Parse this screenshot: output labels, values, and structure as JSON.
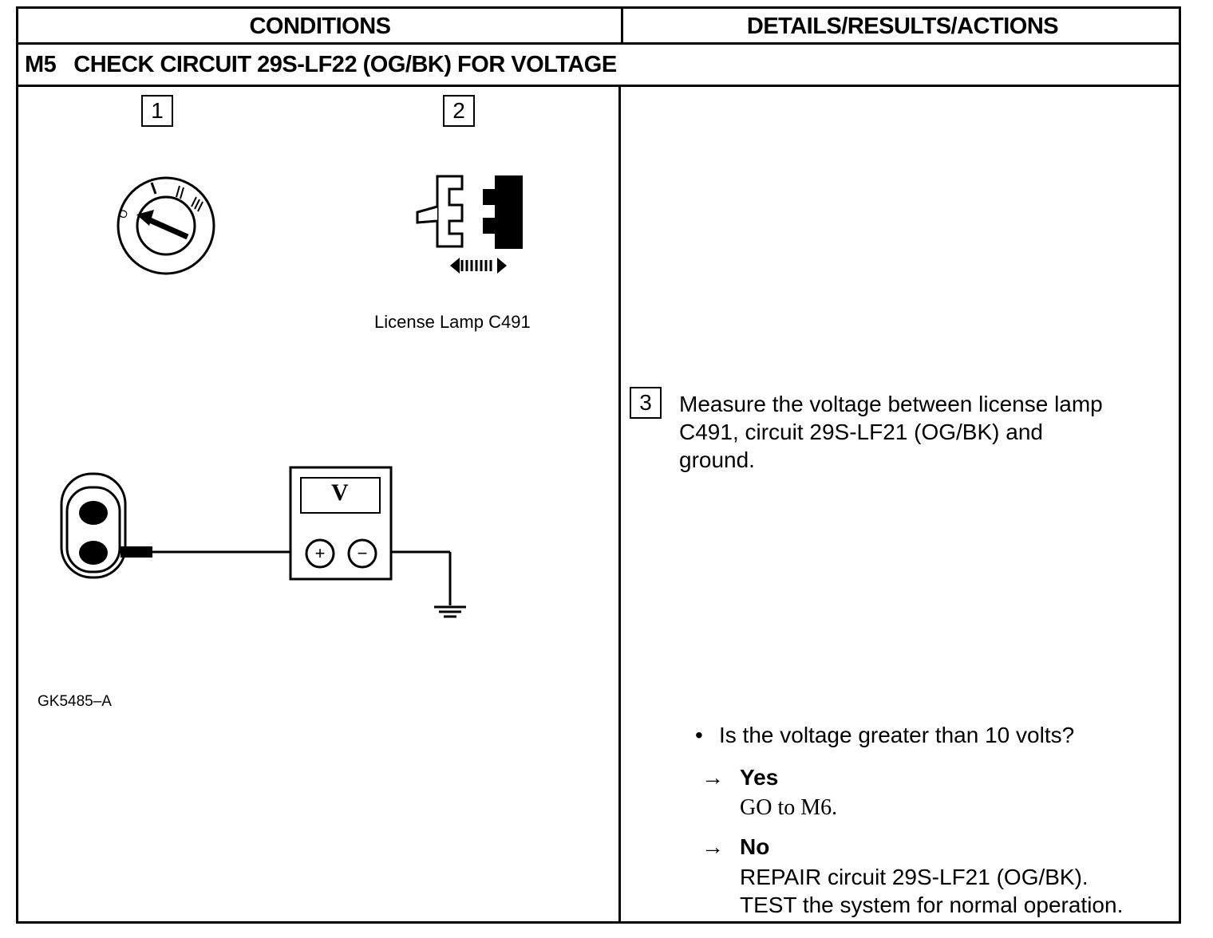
{
  "table": {
    "header_conditions": "CONDITIONS",
    "header_details": "DETAILS/RESULTS/ACTIONS"
  },
  "step": {
    "code": "M5",
    "title": "CHECK CIRCUIT 29S-LF22 (OG/BK) FOR VOLTAGE"
  },
  "figure": {
    "box1": "1",
    "box2": "2",
    "box3": "3",
    "connector_caption": "License Lamp C491",
    "meter_symbol": "V",
    "plus_symbol": "+",
    "minus_symbol": "−",
    "figure_id": "GK5485–A"
  },
  "details": {
    "instruction_line1": "Measure the voltage between license lamp",
    "instruction_line2": "C491, circuit 29S-LF21 (OG/BK) and",
    "instruction_line3": "ground.",
    "question": "Is the voltage greater than 10 volts?",
    "yes_label": "Yes",
    "yes_action": "GO to M6.",
    "no_label": "No",
    "no_action_line1": "REPAIR circuit 29S-LF21 (OG/BK).",
    "no_action_line2": "TEST the system for normal operation."
  },
  "symbols": {
    "bullet": "•",
    "arrow": "→"
  }
}
